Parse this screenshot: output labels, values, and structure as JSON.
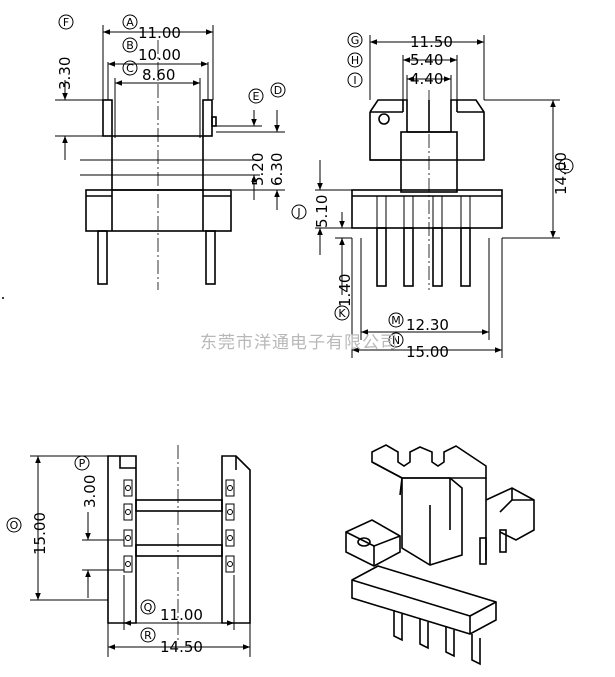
{
  "dimensions": {
    "A": "11.00",
    "B": "10.00",
    "C": "8.60",
    "D": "6.30",
    "E": "5.20",
    "F": "3.30",
    "G": "11.50",
    "H": "5.40",
    "I": "4.40",
    "J": "5.10",
    "K": "1.40",
    "L": "14.00",
    "M": "12.30",
    "N": "15.00",
    "O": "15.00",
    "P": "3.00",
    "Q": "11.00",
    "R": "14.50"
  },
  "labels": [
    "A",
    "B",
    "C",
    "D",
    "E",
    "F",
    "G",
    "H",
    "I",
    "J",
    "K",
    "L",
    "M",
    "N",
    "O",
    "P",
    "Q",
    "R"
  ],
  "watermark": "东莞市洋通电子有限公司"
}
